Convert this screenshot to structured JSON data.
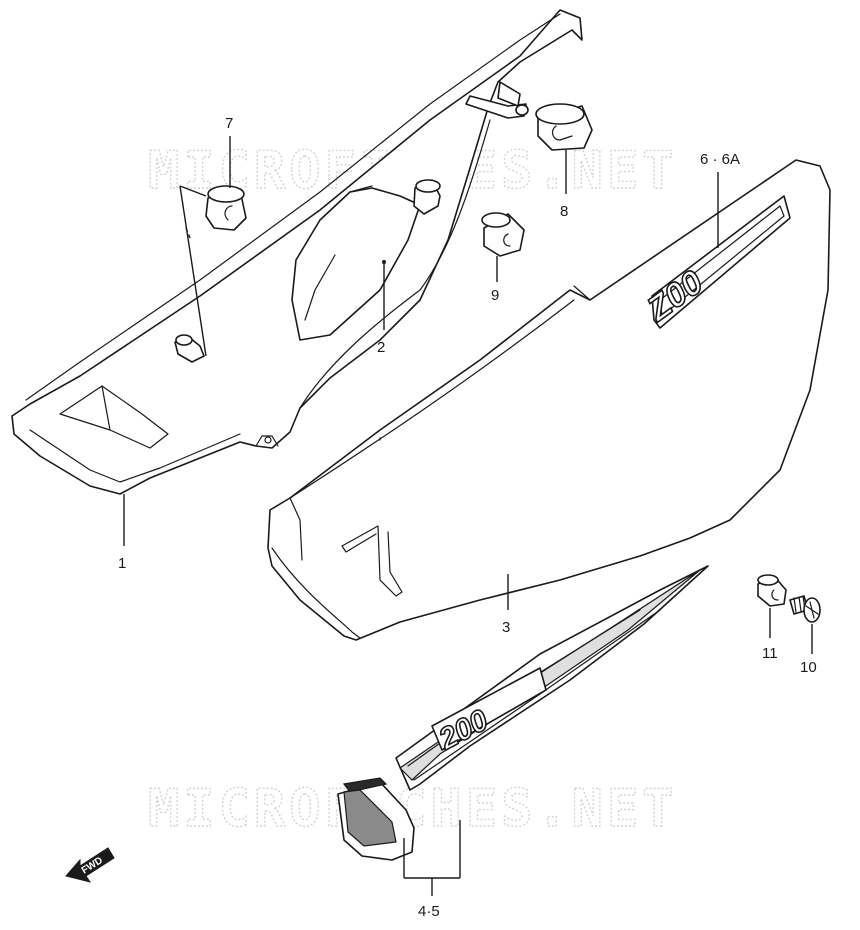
{
  "watermark": "MICROFICHES.NET",
  "callouts": {
    "part_1": "1",
    "part_2": "2",
    "part_3": "3",
    "part_4_5": "4·5",
    "part_6_6a": "6 · 6A",
    "part_7": "7",
    "part_8": "8",
    "part_9": "9",
    "part_10": "10",
    "part_11": "11"
  },
  "emblems": {
    "cover_logo": "Z00",
    "decal_logo": "200"
  },
  "direction": {
    "label": "FWD",
    "icon": "forward-arrow-icon"
  },
  "colors": {
    "line": "#1a1a1a",
    "watermark": "#d3d3d3",
    "background": "#ffffff"
  }
}
